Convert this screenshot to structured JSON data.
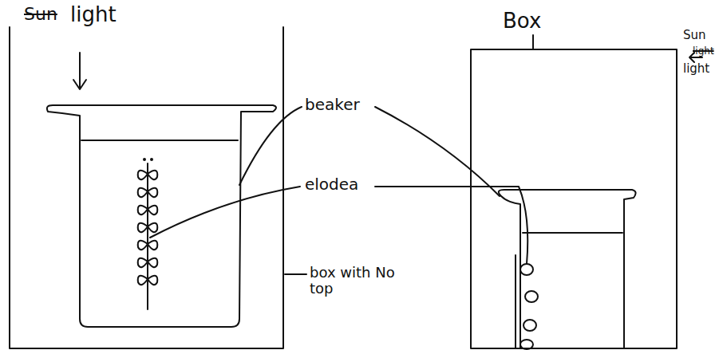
{
  "diagram": {
    "labels": [
      "Sun",
      "light",
      "Box",
      "beaker",
      "elodea",
      "box with No top",
      "Sun",
      "light",
      "light"
    ]
  }
}
